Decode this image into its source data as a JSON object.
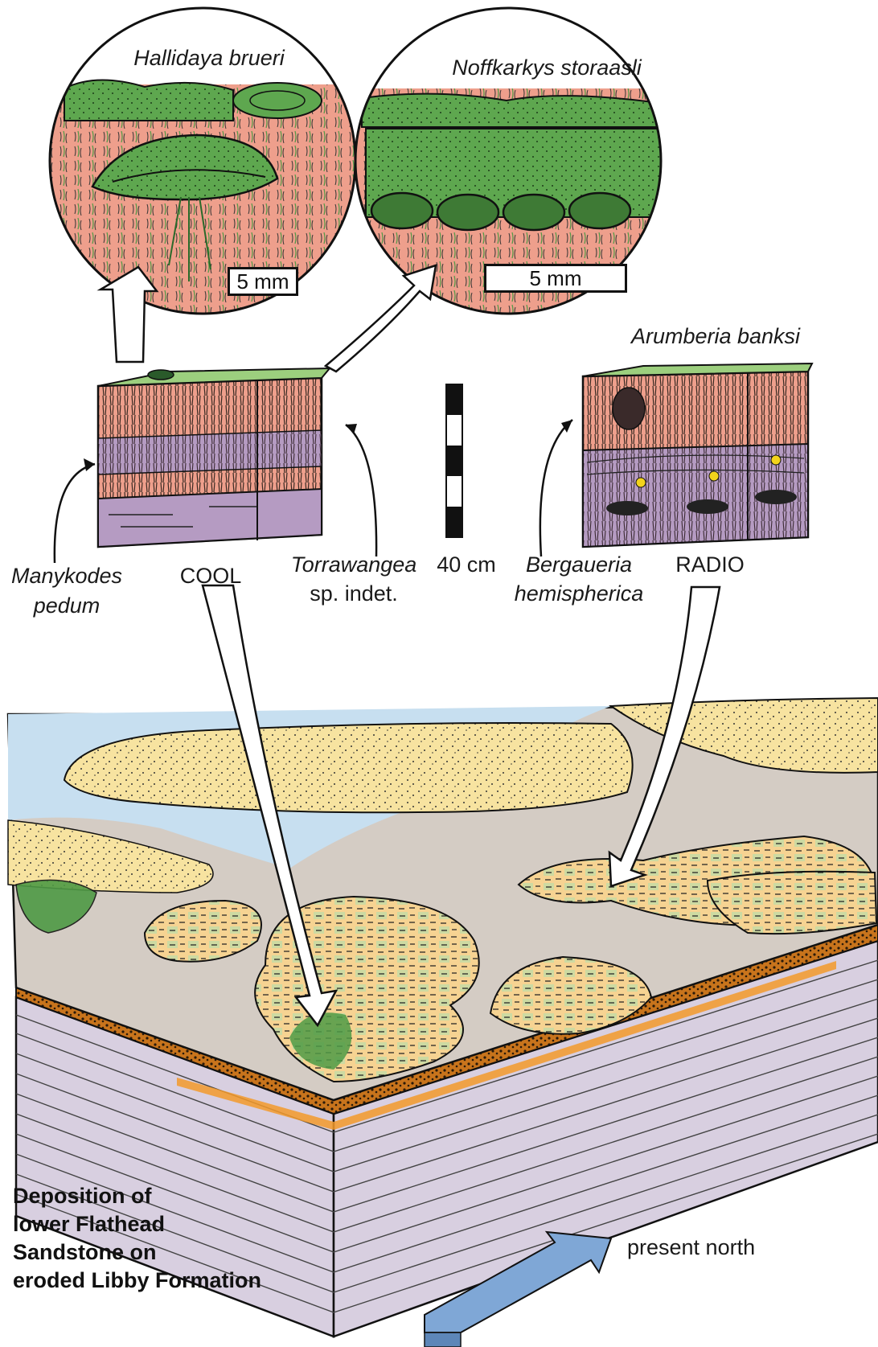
{
  "magnified_views": [
    {
      "species": "Hallidaya brueri",
      "scale": "5 mm"
    },
    {
      "species": "Noffkarkys storaasli",
      "scale": "5 mm"
    }
  ],
  "sections": {
    "cool": {
      "site": "COOL",
      "left_label": [
        "Manykodes",
        "pedum"
      ],
      "right_label": [
        "Torrawangea",
        "sp. indet."
      ]
    },
    "radio": {
      "site": "RADIO",
      "top_label": "Arumberia banksi",
      "left_label": [
        "Bergaueria",
        "hemispherica"
      ]
    }
  },
  "scale_bar": {
    "label": "40 cm"
  },
  "caption": [
    "Deposition of",
    "lower Flathead",
    "Sandstone on",
    "eroded Libby Formation"
  ],
  "compass": {
    "label": "present north"
  },
  "colors": {
    "microbial_mat_green": "#4f9a45",
    "sediment_red": "#ee9f8c",
    "mudstone_purple": "#b59bc2",
    "block_lavender": "#d8cfe0",
    "sand_yellow": "#f7e3a0",
    "water_blue": "#c7dff0",
    "orange_layer": "#f39a2a",
    "arrow_blue": "#7fa7d6"
  }
}
